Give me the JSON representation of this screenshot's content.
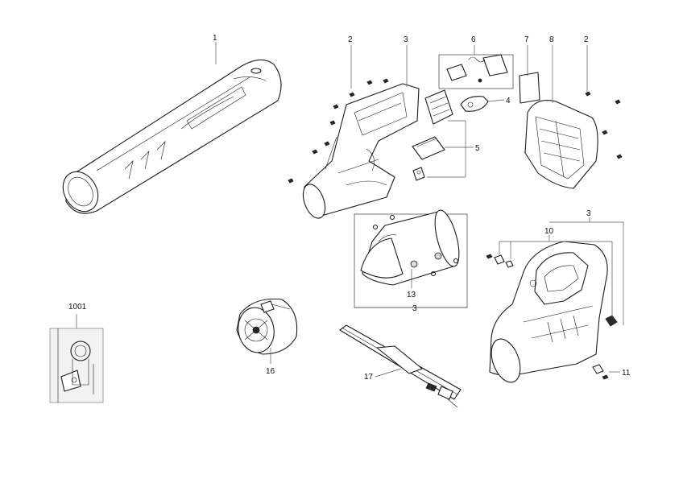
{
  "callouts": {
    "c1": "1",
    "c2a": "2",
    "c3a": "3",
    "c6": "6",
    "c7": "7",
    "c8": "8",
    "c2b": "2",
    "c4": "4",
    "c5": "5",
    "c3b": "3",
    "c10": "10",
    "c13": "13",
    "c3c": "3",
    "c1001": "1001",
    "c16": "16",
    "c17": "17",
    "c11": "11"
  },
  "colors": {
    "line": "#1a1a1a",
    "leader": "#555555",
    "frame": "#f2f2f2"
  }
}
